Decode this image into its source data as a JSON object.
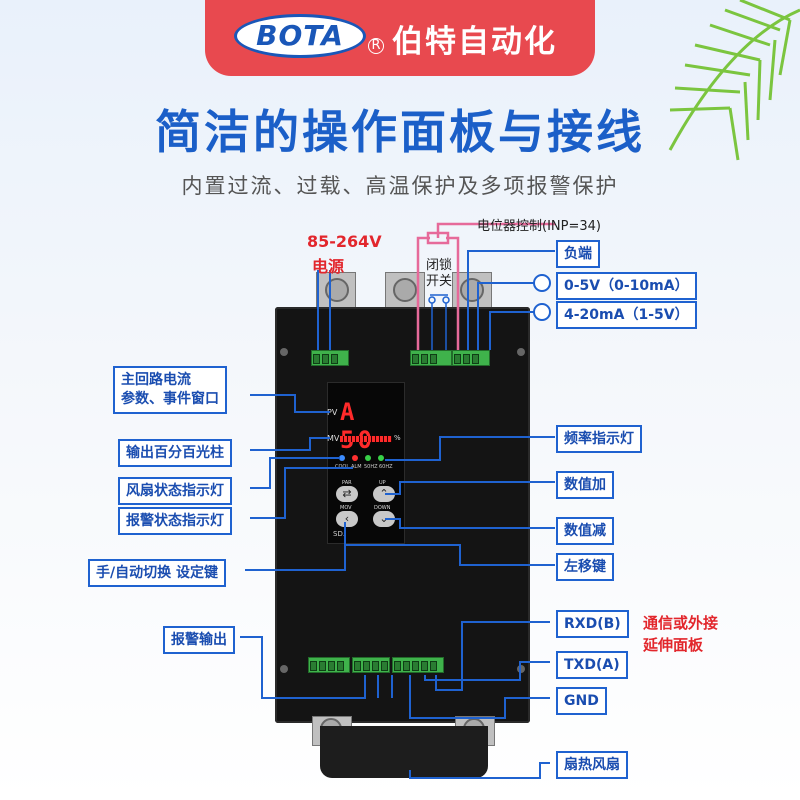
{
  "header": {
    "logo_text": "BOTA",
    "registered_mark": "R",
    "brand_name": "伯特自动化",
    "accent_color": "#e8494f",
    "logo_color": "#1a57b8"
  },
  "title": "简洁的操作面板与接线",
  "subtitle": "内置过流、过载、高温保护及多项报警保护",
  "power": {
    "voltage": "85-264V",
    "label": "电源"
  },
  "top_right": {
    "potentiometer": "电位器控制(INP=34)",
    "switch_line1": "闭锁",
    "switch_line2": "开关"
  },
  "display": {
    "pv_label": "PV",
    "mv_label": "MV",
    "percent_label": "%",
    "segment_value": "A 50",
    "led_labels": [
      "COOL",
      "ALM",
      "50HZ",
      "60HZ"
    ],
    "buttons": {
      "par_label": "PAR",
      "up_label": "UP",
      "mov_label": "MOV",
      "down_label": "DOWN",
      "bottom_label": "SD."
    }
  },
  "left_labels": {
    "main_loop_line1": "主回路电流",
    "main_loop_line2": "参数、事件窗口",
    "output_bar": "输出百分百光柱",
    "fan_indicator": "风扇状态指示灯",
    "alarm_indicator": "报警状态指示灯",
    "mode_switch": "手/自动切换 设定键",
    "alarm_output": "报警输出"
  },
  "right_labels": {
    "negative": "负端",
    "input_voltage": "0-5V（0-10mA）",
    "input_current": "4-20mA（1-5V）",
    "freq_indicator": "频率指示灯",
    "value_up": "数值加",
    "value_down": "数值减",
    "move_left": "左移键",
    "rxd": "RXD(B)",
    "txd": "TXD(A)",
    "gnd": "GND",
    "comm_line1": "通信或外接",
    "comm_line2": "延伸面板",
    "fan": "扇热风扇"
  }
}
